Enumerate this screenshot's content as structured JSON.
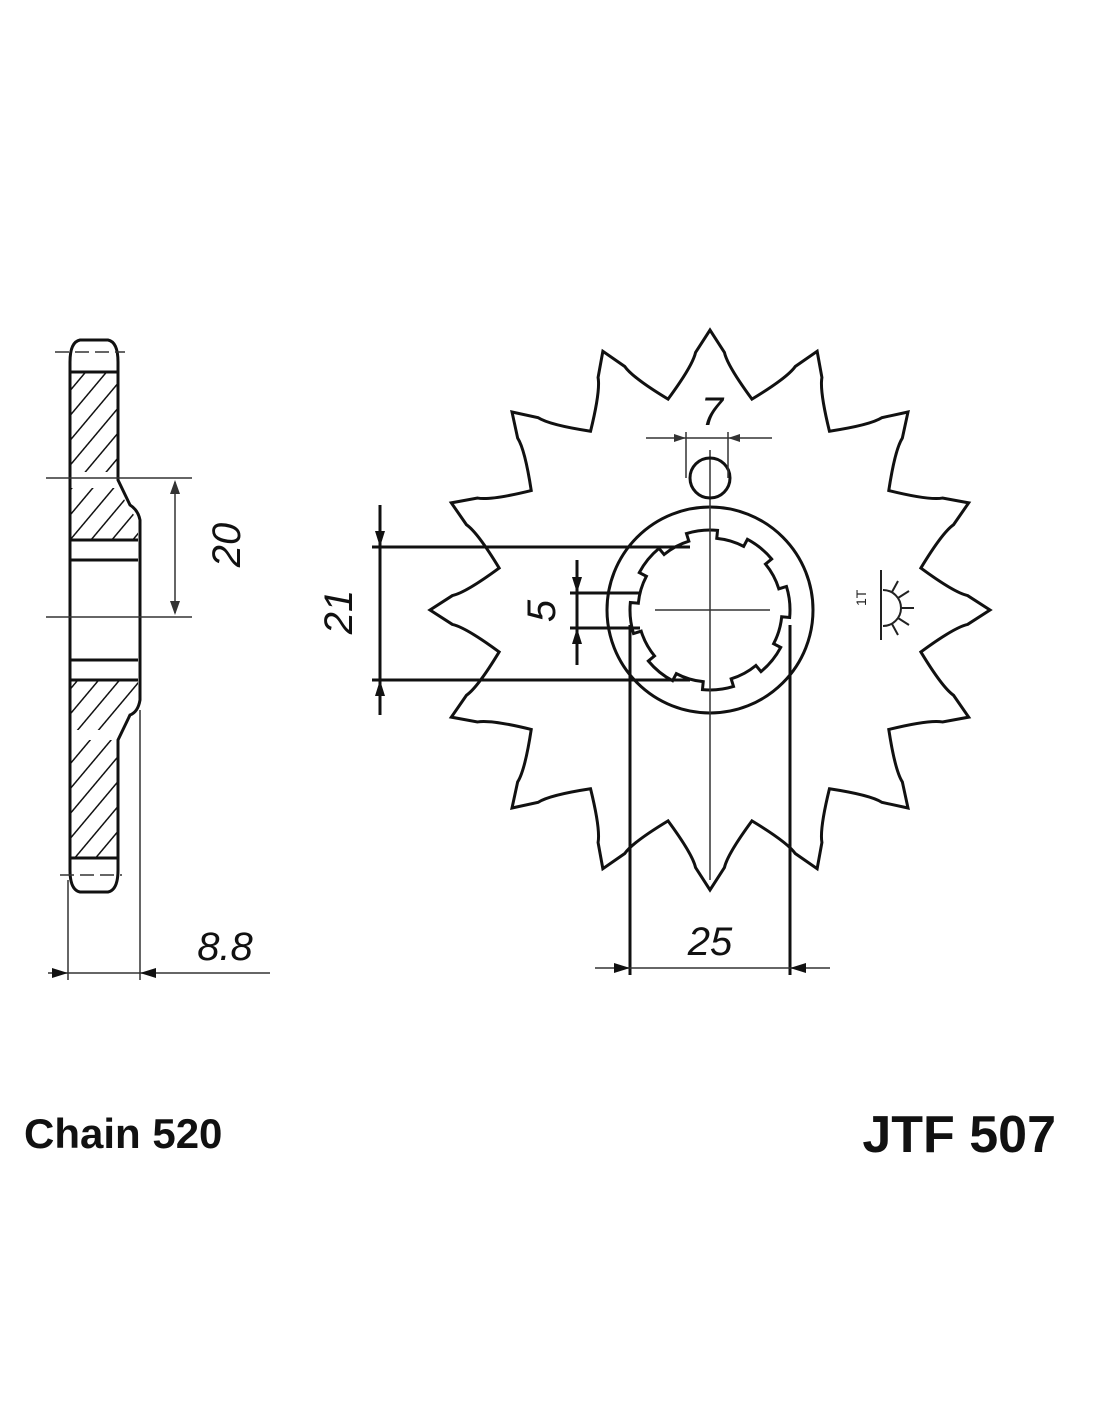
{
  "part_number": "JTF 507",
  "chain_label": "Chain 520",
  "sprocket": {
    "teeth": 16
  },
  "dimensions": {
    "hole_diameter": "7",
    "spline_height": "21",
    "spline_width": "5",
    "hub_diameter": "25",
    "offset": "20",
    "thickness": "8.8"
  },
  "colors": {
    "line": "#111111",
    "background": "#ffffff"
  }
}
